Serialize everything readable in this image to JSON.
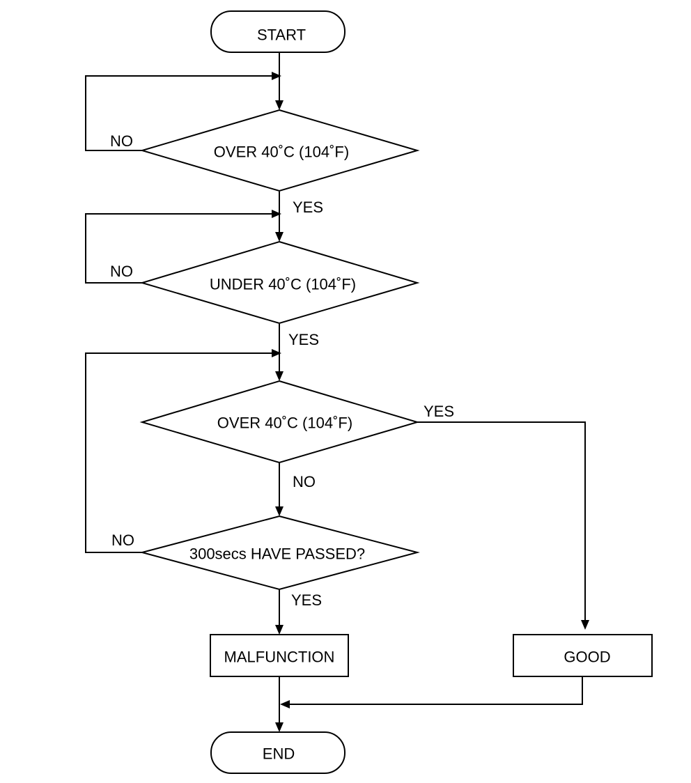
{
  "nodes": {
    "start": "START",
    "decision_1": "OVER 40˚C (104˚F)",
    "decision_2": "UNDER 40˚C (104˚F)",
    "decision_3": "OVER 40˚C (104˚F)",
    "decision_4": "300secs HAVE PASSED?",
    "malfunction": "MALFUNCTION",
    "good": "GOOD",
    "end": "END"
  },
  "edges": {
    "d1_no": "NO",
    "d1_yes": "YES",
    "d2_no": "NO",
    "d2_yes": "YES",
    "d3_yes": "YES",
    "d3_no": "NO",
    "d4_no": "NO",
    "d4_yes": "YES"
  },
  "colors": {
    "stroke": "#000000",
    "background": "#ffffff"
  }
}
